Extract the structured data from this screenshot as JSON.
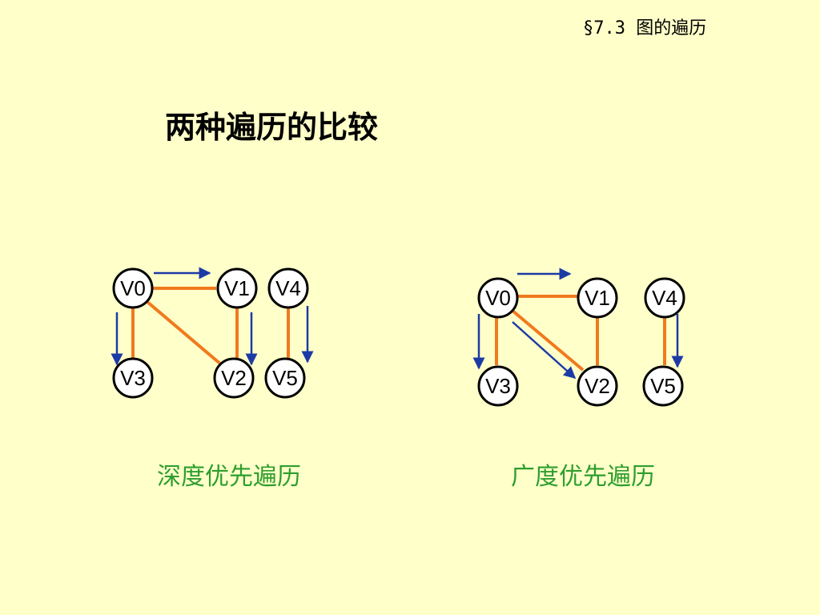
{
  "header": {
    "section": "§7.3 图的遍历"
  },
  "title": "两种遍历的比较",
  "graphs": [
    {
      "id": "dfs",
      "caption": "深度优先遍历",
      "nodes": [
        "V0",
        "V1",
        "V4",
        "V3",
        "V2",
        "V5"
      ],
      "edges": [
        [
          "V0",
          "V1"
        ],
        [
          "V0",
          "V3"
        ],
        [
          "V0",
          "V2"
        ],
        [
          "V1",
          "V2"
        ],
        [
          "V4",
          "V5"
        ]
      ],
      "traversal_arrows": [
        [
          "V0",
          "V1"
        ],
        [
          "V0",
          "V3"
        ],
        [
          "V1",
          "V2"
        ],
        [
          "V4",
          "V5"
        ]
      ]
    },
    {
      "id": "bfs",
      "caption": "广度优先遍历",
      "nodes": [
        "V0",
        "V1",
        "V4",
        "V3",
        "V2",
        "V5"
      ],
      "edges": [
        [
          "V0",
          "V1"
        ],
        [
          "V0",
          "V3"
        ],
        [
          "V0",
          "V2"
        ],
        [
          "V1",
          "V2"
        ],
        [
          "V4",
          "V5"
        ]
      ],
      "traversal_arrows": [
        [
          "V0",
          "V1"
        ],
        [
          "V0",
          "V3"
        ],
        [
          "V0",
          "V2"
        ],
        [
          "V4",
          "V5"
        ]
      ]
    }
  ],
  "colors": {
    "background": "#ffffc9",
    "edge": "#f07a1e",
    "arrow": "#1c3aa6",
    "caption": "#2e9e2e"
  }
}
